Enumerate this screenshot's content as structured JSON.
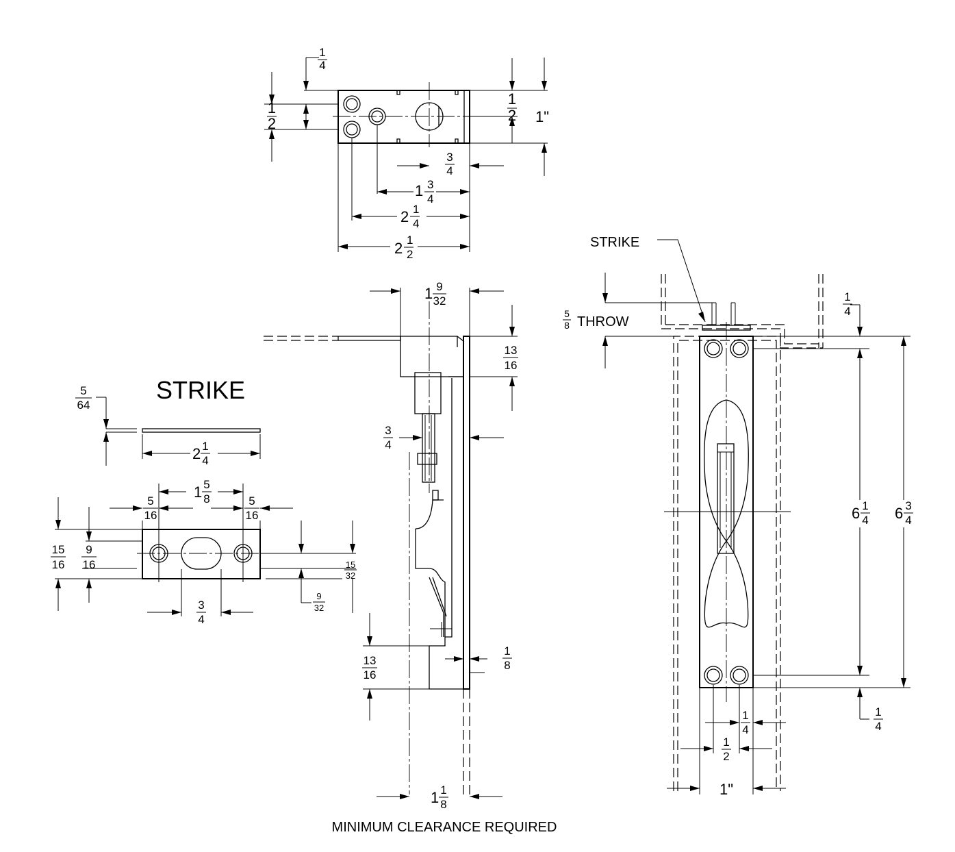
{
  "labels": {
    "strike_title": "STRIKE",
    "strike_callout": "STRIKE",
    "throw": "THROW",
    "min_clearance": "MINIMUM CLEARANCE REQUIRED",
    "one_inch": "1\""
  },
  "top_view": {
    "quarter_top": {
      "n": "1",
      "d": "4"
    },
    "half_left": {
      "n": "1",
      "d": "2"
    },
    "half_right": {
      "n": "1",
      "d": "2"
    },
    "width_1in": "1\"",
    "three_quarter": {
      "n": "3",
      "d": "4"
    },
    "one_three_quarter": {
      "w": "1",
      "n": "3",
      "d": "4"
    },
    "two_quarter": {
      "w": "2",
      "n": "1",
      "d": "4"
    },
    "two_half": {
      "w": "2",
      "n": "1",
      "d": "2"
    }
  },
  "side_view": {
    "one_9_32": {
      "w": "1",
      "n": "9",
      "d": "32"
    },
    "thirteen_16_top": {
      "n": "13",
      "d": "16"
    },
    "three_quarter": {
      "n": "3",
      "d": "4"
    },
    "thirteen_16_bottom": {
      "n": "13",
      "d": "16"
    },
    "one_eighth": {
      "n": "1",
      "d": "8"
    },
    "one_one_eighth": {
      "w": "1",
      "n": "1",
      "d": "8"
    }
  },
  "strike_view": {
    "five_64": {
      "n": "5",
      "d": "64"
    },
    "two_quarter": {
      "w": "2",
      "n": "1",
      "d": "4"
    },
    "one_five_eighth": {
      "w": "1",
      "n": "5",
      "d": "8"
    },
    "five_16_left": {
      "n": "5",
      "d": "16"
    },
    "five_16_right": {
      "n": "5",
      "d": "16"
    },
    "fifteen_16": {
      "n": "15",
      "d": "16"
    },
    "nine_16": {
      "n": "9",
      "d": "16"
    },
    "fifteen_32": {
      "n": "15",
      "d": "32"
    },
    "nine_32": {
      "n": "9",
      "d": "32"
    },
    "three_quarter": {
      "n": "3",
      "d": "4"
    }
  },
  "front_view": {
    "five_eighth_throw": {
      "n": "5",
      "d": "8"
    },
    "quarter_top": {
      "n": "1",
      "d": "4"
    },
    "six_quarter": {
      "w": "6",
      "n": "1",
      "d": "4"
    },
    "six_three_quarter": {
      "w": "6",
      "n": "3",
      "d": "4"
    },
    "quarter_bottom": {
      "n": "1",
      "d": "4"
    },
    "quarter_inner": {
      "n": "1",
      "d": "4"
    },
    "half": {
      "n": "1",
      "d": "2"
    },
    "width_1in": "1\""
  }
}
